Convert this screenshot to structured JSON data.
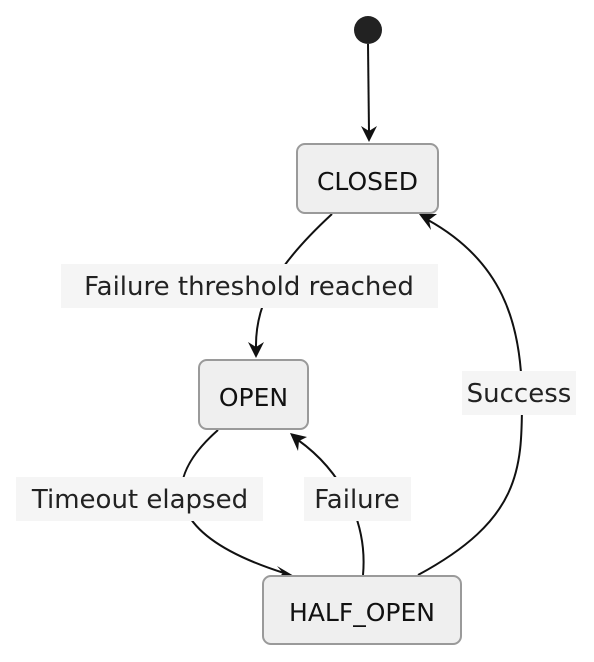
{
  "diagram": {
    "type": "state-diagram",
    "initial_state": "CLOSED",
    "states": {
      "closed": "CLOSED",
      "open": "OPEN",
      "half_open": "HALF_OPEN"
    },
    "transitions": {
      "closed_to_open": {
        "from": "CLOSED",
        "to": "OPEN",
        "label": "Failure threshold reached"
      },
      "open_to_half_open": {
        "from": "OPEN",
        "to": "HALF_OPEN",
        "label": "Timeout elapsed"
      },
      "half_open_to_open": {
        "from": "HALF_OPEN",
        "to": "OPEN",
        "label": "Failure"
      },
      "half_open_to_closed": {
        "from": "HALF_OPEN",
        "to": "CLOSED",
        "label": "Success"
      }
    },
    "colors": {
      "state_fill": "#efefef",
      "state_stroke": "#9a9a9a",
      "edge": "#111111",
      "label_bg": "#f5f5f5"
    }
  }
}
